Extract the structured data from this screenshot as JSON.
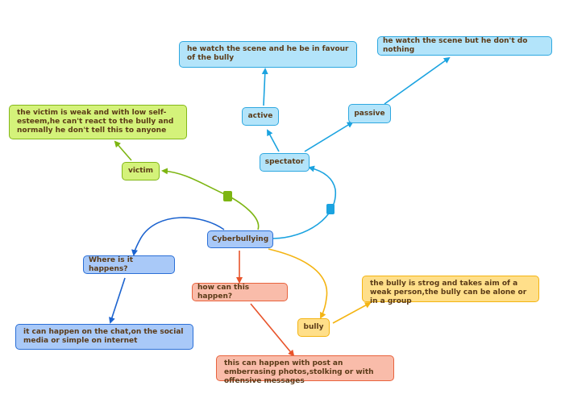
{
  "colors": {
    "spectator_branch": "#1ba3e0",
    "victim_branch": "#7db512",
    "where_branch": "#1c63cf",
    "how_branch": "#e8532a",
    "bully_branch": "#f4b412",
    "text": "#5a3a17"
  },
  "nodes": {
    "root": "Cyberbullying",
    "spectator": "spectator",
    "active": "active",
    "passive": "passive",
    "active_detail": "he watch the scene and he be in favour of the bully",
    "passive_detail": "he watch the scene but he don't do nothing",
    "victim": "victim",
    "victim_detail": "the victim is weak and with low self-esteem,he can't react to the bully and normally he don't tell this to anyone",
    "where": "Where is it happens?",
    "where_detail": "it can happen on the chat,on the social media or simple on internet",
    "how": "how can this happen?",
    "how_detail": "this can happen with post an emberrasing photos,stolking or with offensive messages",
    "bully": "bully",
    "bully_detail": "the bully is strog and takes aim of a weak person,the bully can be alone or in a group"
  }
}
